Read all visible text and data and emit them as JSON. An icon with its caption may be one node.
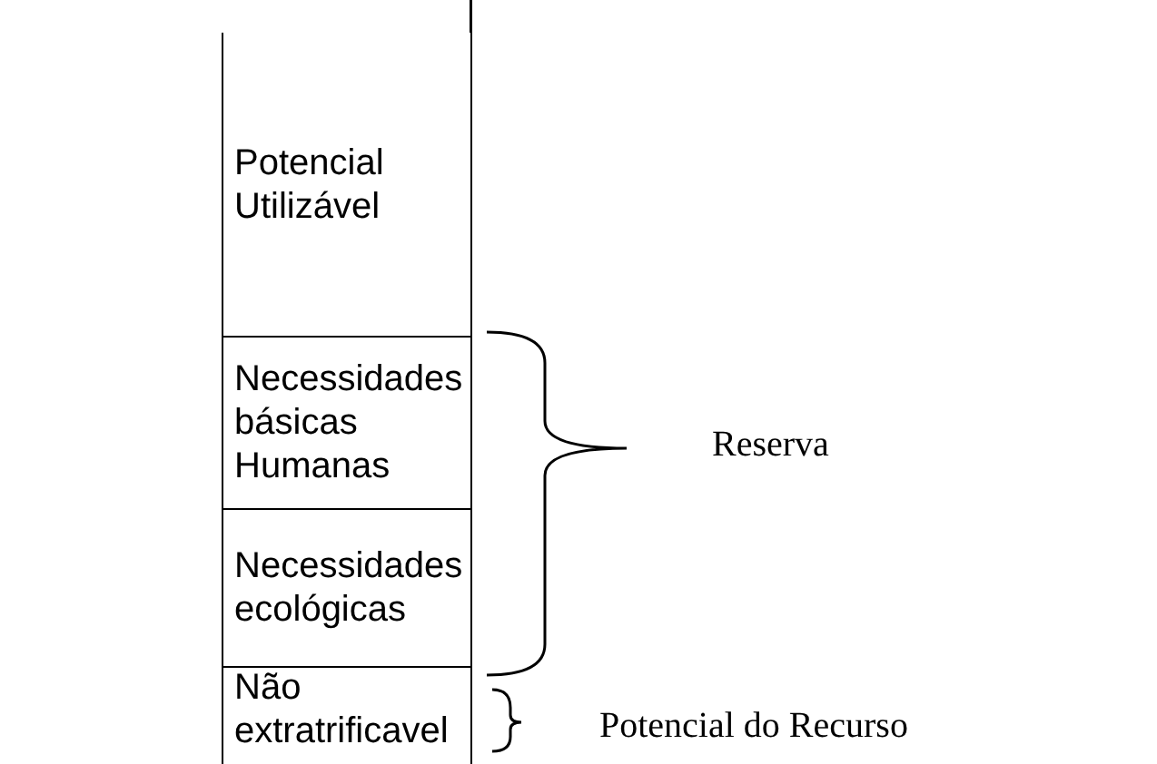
{
  "diagram": {
    "nodes": [
      {
        "text": [
          "Potencial Utilizável"
        ]
      },
      {
        "text": [
          "Necessidades básicas Humanas"
        ]
      },
      {
        "text": [
          "Necessidades ecológicas"
        ]
      },
      {
        "text": [
          "Não extratrificavel"
        ]
      }
    ],
    "edges": [],
    "labels": [
      "Reserva",
      "Potencial do Recurso"
    ]
  }
}
